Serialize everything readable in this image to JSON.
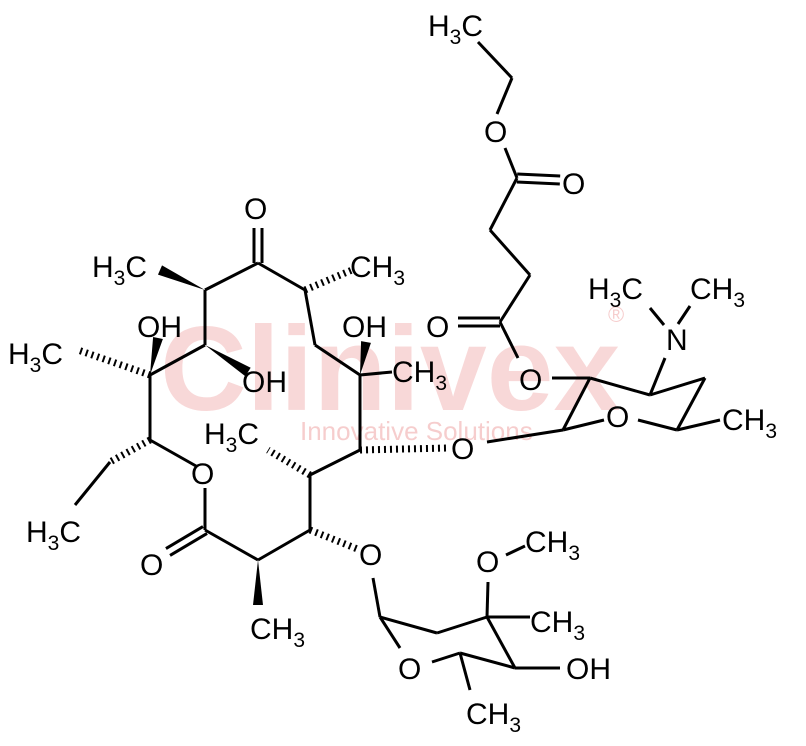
{
  "watermark": {
    "brand": "Clinivex",
    "tagline": "Innovative Solutions",
    "mark": "®",
    "color": "#e88c8c"
  },
  "atoms": [
    {
      "id": "a1",
      "main": "H",
      "sub": "3",
      "tail": "C"
    },
    {
      "id": "a2",
      "main": "O"
    },
    {
      "id": "a3",
      "main": "O"
    },
    {
      "id": "a4",
      "main": "O"
    },
    {
      "id": "a5",
      "main": "H",
      "sub": "3",
      "tail": "C"
    },
    {
      "id": "a6",
      "main": "CH",
      "sub": "3"
    },
    {
      "id": "a7",
      "main": "H",
      "sub": "3",
      "tail": "C"
    },
    {
      "id": "a8",
      "main": "CH",
      "sub": "3"
    },
    {
      "id": "a9",
      "main": "O"
    },
    {
      "id": "a10",
      "main": "OH"
    },
    {
      "id": "a11",
      "main": "OH"
    },
    {
      "id": "a12",
      "main": "N"
    },
    {
      "id": "a13",
      "main": "H",
      "sub": "3",
      "tail": "C"
    },
    {
      "id": "a14",
      "main": "OH"
    },
    {
      "id": "a15",
      "main": "CH",
      "sub": "3"
    },
    {
      "id": "a16",
      "main": "O"
    },
    {
      "id": "a17",
      "main": "O"
    },
    {
      "id": "a18",
      "main": "CH",
      "sub": "3"
    },
    {
      "id": "a19",
      "main": "H",
      "sub": "3",
      "tail": "C"
    },
    {
      "id": "a20",
      "main": "O"
    },
    {
      "id": "a21",
      "main": "O"
    },
    {
      "id": "a22",
      "main": "H",
      "sub": "3",
      "tail": "C"
    },
    {
      "id": "a23",
      "main": "O"
    },
    {
      "id": "a24",
      "main": "O"
    },
    {
      "id": "a25",
      "main": "O"
    },
    {
      "id": "a26",
      "main": "CH",
      "sub": "3"
    },
    {
      "id": "a27",
      "main": "CH",
      "sub": "3"
    },
    {
      "id": "a28",
      "main": "CH",
      "sub": "3"
    },
    {
      "id": "a29",
      "main": "O"
    },
    {
      "id": "a30",
      "main": "OH"
    },
    {
      "id": "a31",
      "main": "CH",
      "sub": "3"
    }
  ]
}
